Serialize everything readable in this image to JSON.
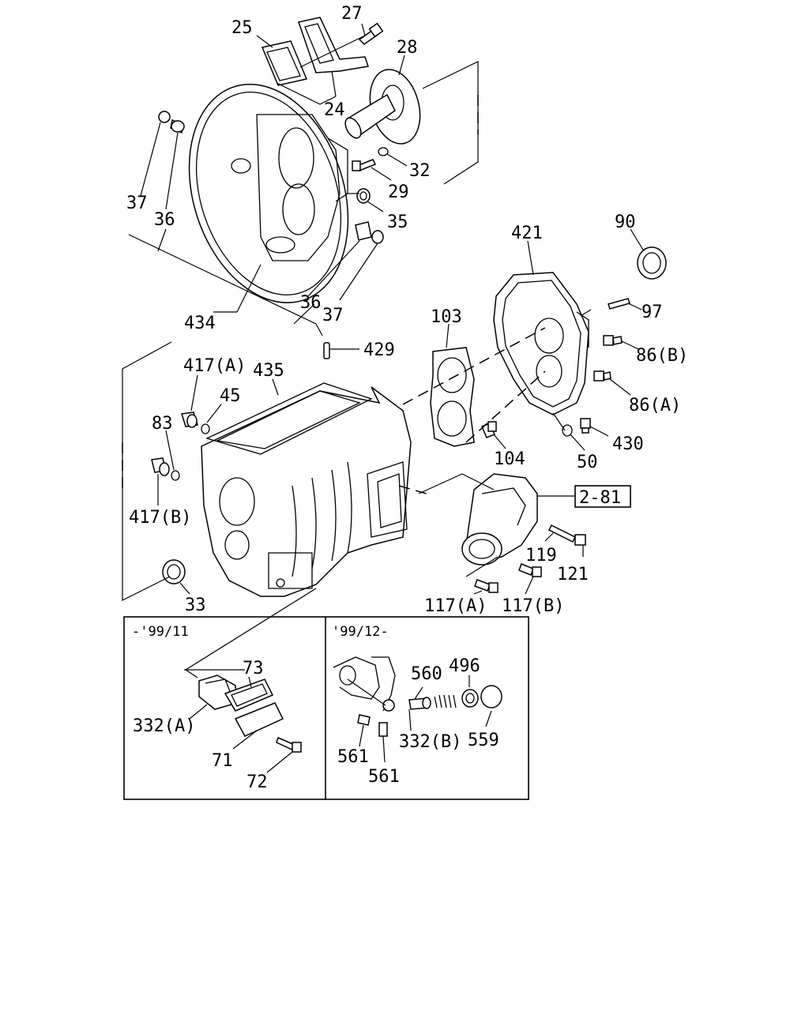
{
  "labels": {
    "p24": "24",
    "p25": "25",
    "p27": "27",
    "p28": "28",
    "p29": "29",
    "p32": "32",
    "p33": "33",
    "p35": "35",
    "p36a": "36",
    "p36b": "36",
    "p37a": "37",
    "p37b": "37",
    "p45": "45",
    "p50": "50",
    "p71": "71",
    "p72": "72",
    "p73": "73",
    "p83": "83",
    "p86a": "86(A)",
    "p86b": "86(B)",
    "p90": "90",
    "p97": "97",
    "p103": "103",
    "p104": "104",
    "p117a": "117(A)",
    "p117b": "117(B)",
    "p119": "119",
    "p121": "121",
    "p332a": "332(A)",
    "p332b": "332(B)",
    "p417a": "417(A)",
    "p417b": "417(B)",
    "p421": "421",
    "p429": "429",
    "p430": "430",
    "p434": "434",
    "p435": "435",
    "p496": "496",
    "p559": "559",
    "p560": "560",
    "p561a": "561",
    "p561b": "561"
  },
  "reference_box": {
    "label": "2-81"
  },
  "inset_left": {
    "title": "-'99/11"
  },
  "inset_right": {
    "title": "'99/12-"
  }
}
